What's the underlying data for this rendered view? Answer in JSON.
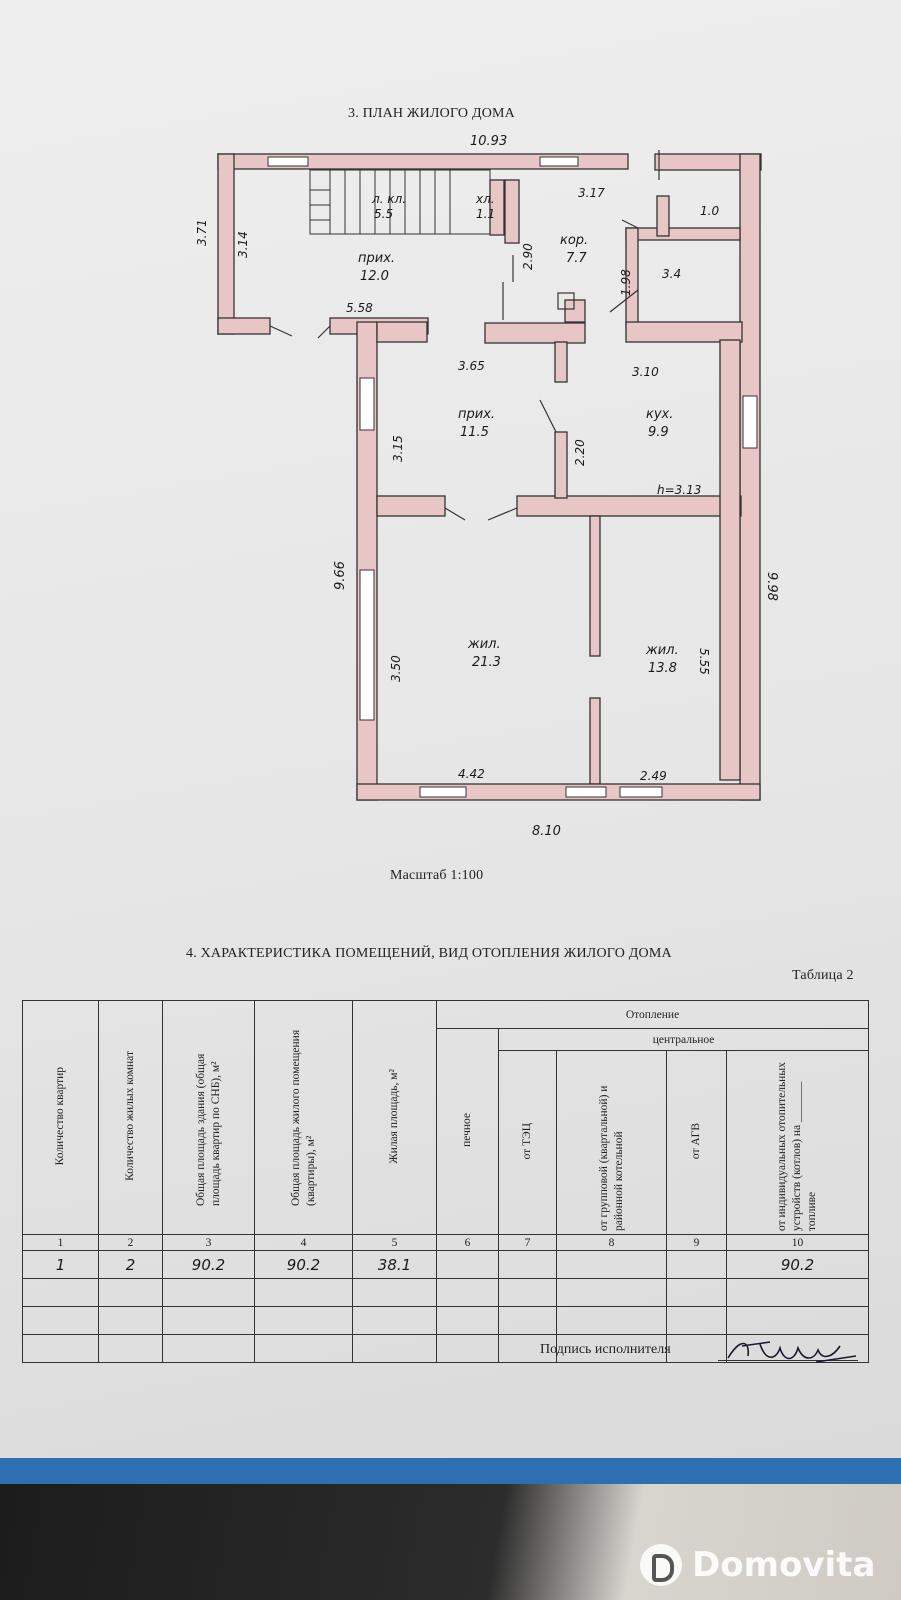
{
  "plan": {
    "title": "3. ПЛАН ЖИЛОГО ДОМА",
    "scale": "Масштаб 1:100",
    "dimensions": {
      "top_width": "10.93",
      "left_h": "3.71",
      "left_inner": "3.14",
      "upper_inner_bottom": "5.58",
      "upper_right": "3.17",
      "kor_vert": "2.90",
      "small_vert": "1.98",
      "mid_left_top": "3.65",
      "mid_right_top": "3.10",
      "mid_left_vert": "3.15",
      "mid_vert": "2.20",
      "height": "h=3.13",
      "left_total": "9.66",
      "right_total": "9.98",
      "big_room_vert": "3.50",
      "small_room_vert": "5.55",
      "bottom_left": "4.42",
      "bottom_right": "2.49",
      "bottom_total": "8.10"
    },
    "rooms": [
      {
        "name": "л. кл.",
        "area": "5.5"
      },
      {
        "name": "хл.",
        "area": "1.1"
      },
      {
        "name": "прих.",
        "area": "12.0"
      },
      {
        "name": "кор.",
        "area": "7.7"
      },
      {
        "name": "",
        "area": "1.0"
      },
      {
        "name": "",
        "area": "3.4"
      },
      {
        "name": "прих.",
        "area": "11.5"
      },
      {
        "name": "кух.",
        "area": "9.9"
      },
      {
        "name": "жил.",
        "area": "21.3"
      },
      {
        "name": "жил.",
        "area": "13.8"
      }
    ]
  },
  "section4": {
    "title": "4. ХАРАКТЕРИСТИКА ПОМЕЩЕНИЙ, ВИД ОТОПЛЕНИЯ ЖИЛОГО ДОМА",
    "table_label": "Таблица 2",
    "headers": {
      "c1": "Количество квартир",
      "c2": "Количество жилых комнат",
      "c3": "Общая площадь здания (общая площадь квартир по СНБ), м²",
      "c4": "Общая площадь жилого помещения (квартиры), м²",
      "c5": "Жилая площадь, м²",
      "heating": "Отопление",
      "c6": "печное",
      "central": "центральное",
      "c7": "от ТЭЦ",
      "c8": "от групповой (квартальной) и районной котельной",
      "c9": "от АГВ",
      "c10": "от индивидуальных отопительных устройств (котлов) на _______ топливе"
    },
    "col_numbers": [
      "1",
      "2",
      "3",
      "4",
      "5",
      "6",
      "7",
      "8",
      "9",
      "10"
    ],
    "row1": [
      "1",
      "2",
      "90.2",
      "90.2",
      "38.1",
      "",
      "",
      "",
      "",
      "90.2"
    ],
    "signature_label": "Подпись исполнителя"
  },
  "watermark": "Domovita",
  "colors": {
    "walls": "#e9c6c6",
    "paper": "#eaeaea",
    "edge": "#2d6fb0"
  }
}
